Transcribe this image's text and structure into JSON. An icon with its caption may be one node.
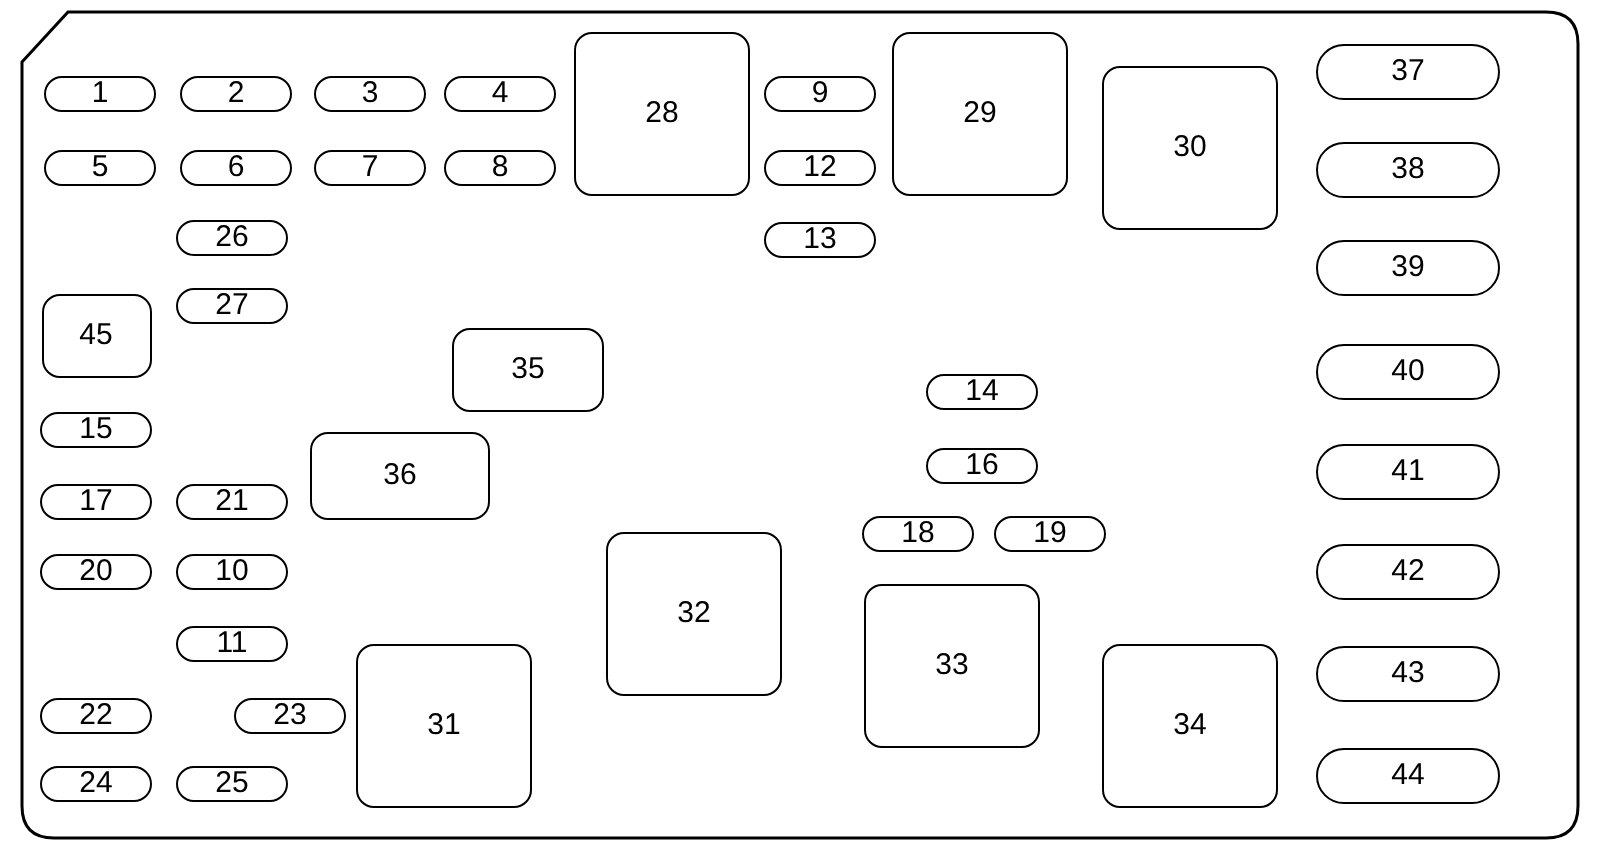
{
  "diagram": {
    "nodes": [
      {
        "text": [],
        "shape": "box"
      },
      {
        "text": [
          "1"
        ],
        "in": 0
      },
      {
        "text": [
          "2"
        ],
        "in": 0
      },
      {
        "text": [
          "3"
        ],
        "in": 0
      },
      {
        "text": [
          "4"
        ],
        "in": 0
      },
      {
        "text": [
          "28"
        ],
        "in": 0
      },
      {
        "text": [
          "9"
        ],
        "in": 0
      },
      {
        "text": [
          "29"
        ],
        "in": 0
      },
      {
        "text": [
          "30"
        ],
        "in": 0
      },
      {
        "text": [
          "37"
        ],
        "in": 0
      },
      {
        "text": [
          "5"
        ],
        "in": 0
      },
      {
        "text": [
          "6"
        ],
        "in": 0
      },
      {
        "text": [
          "7"
        ],
        "in": 0
      },
      {
        "text": [
          "8"
        ],
        "in": 0
      },
      {
        "text": [
          "12"
        ],
        "in": 0
      },
      {
        "text": [
          "38"
        ],
        "in": 0
      },
      {
        "text": [
          "26"
        ],
        "in": 0
      },
      {
        "text": [
          "13"
        ],
        "in": 0
      },
      {
        "text": [
          "39"
        ],
        "in": 0
      },
      {
        "text": [
          "45"
        ],
        "in": 0
      },
      {
        "text": [
          "27"
        ],
        "in": 0
      },
      {
        "text": [
          "35"
        ],
        "in": 0
      },
      {
        "text": [
          "14"
        ],
        "in": 0
      },
      {
        "text": [
          "40"
        ],
        "in": 0
      },
      {
        "text": [
          "15"
        ],
        "in": 0
      },
      {
        "text": [
          "36"
        ],
        "in": 0
      },
      {
        "text": [
          "16"
        ],
        "in": 0
      },
      {
        "text": [
          "41"
        ],
        "in": 0
      },
      {
        "text": [
          "17"
        ],
        "in": 0
      },
      {
        "text": [
          "21"
        ],
        "in": 0
      },
      {
        "text": [
          "18"
        ],
        "in": 0
      },
      {
        "text": [
          "19"
        ],
        "in": 0
      },
      {
        "text": [
          "20"
        ],
        "in": 0
      },
      {
        "text": [
          "10"
        ],
        "in": 0
      },
      {
        "text": [
          "32"
        ],
        "in": 0
      },
      {
        "text": [
          "42"
        ],
        "in": 0
      },
      {
        "text": [
          "33"
        ],
        "in": 0
      },
      {
        "text": [
          "11"
        ],
        "in": 0
      },
      {
        "text": [
          "31"
        ],
        "in": 0
      },
      {
        "text": [
          "34"
        ],
        "in": 0
      },
      {
        "text": [
          "43"
        ],
        "in": 0
      },
      {
        "text": [
          "22"
        ],
        "in": 0
      },
      {
        "text": [
          "23"
        ],
        "in": 0
      },
      {
        "text": [
          "24"
        ],
        "in": 0
      },
      {
        "text": [
          "25"
        ],
        "in": 0
      },
      {
        "text": [
          "44"
        ],
        "in": 0
      }
    ]
  }
}
